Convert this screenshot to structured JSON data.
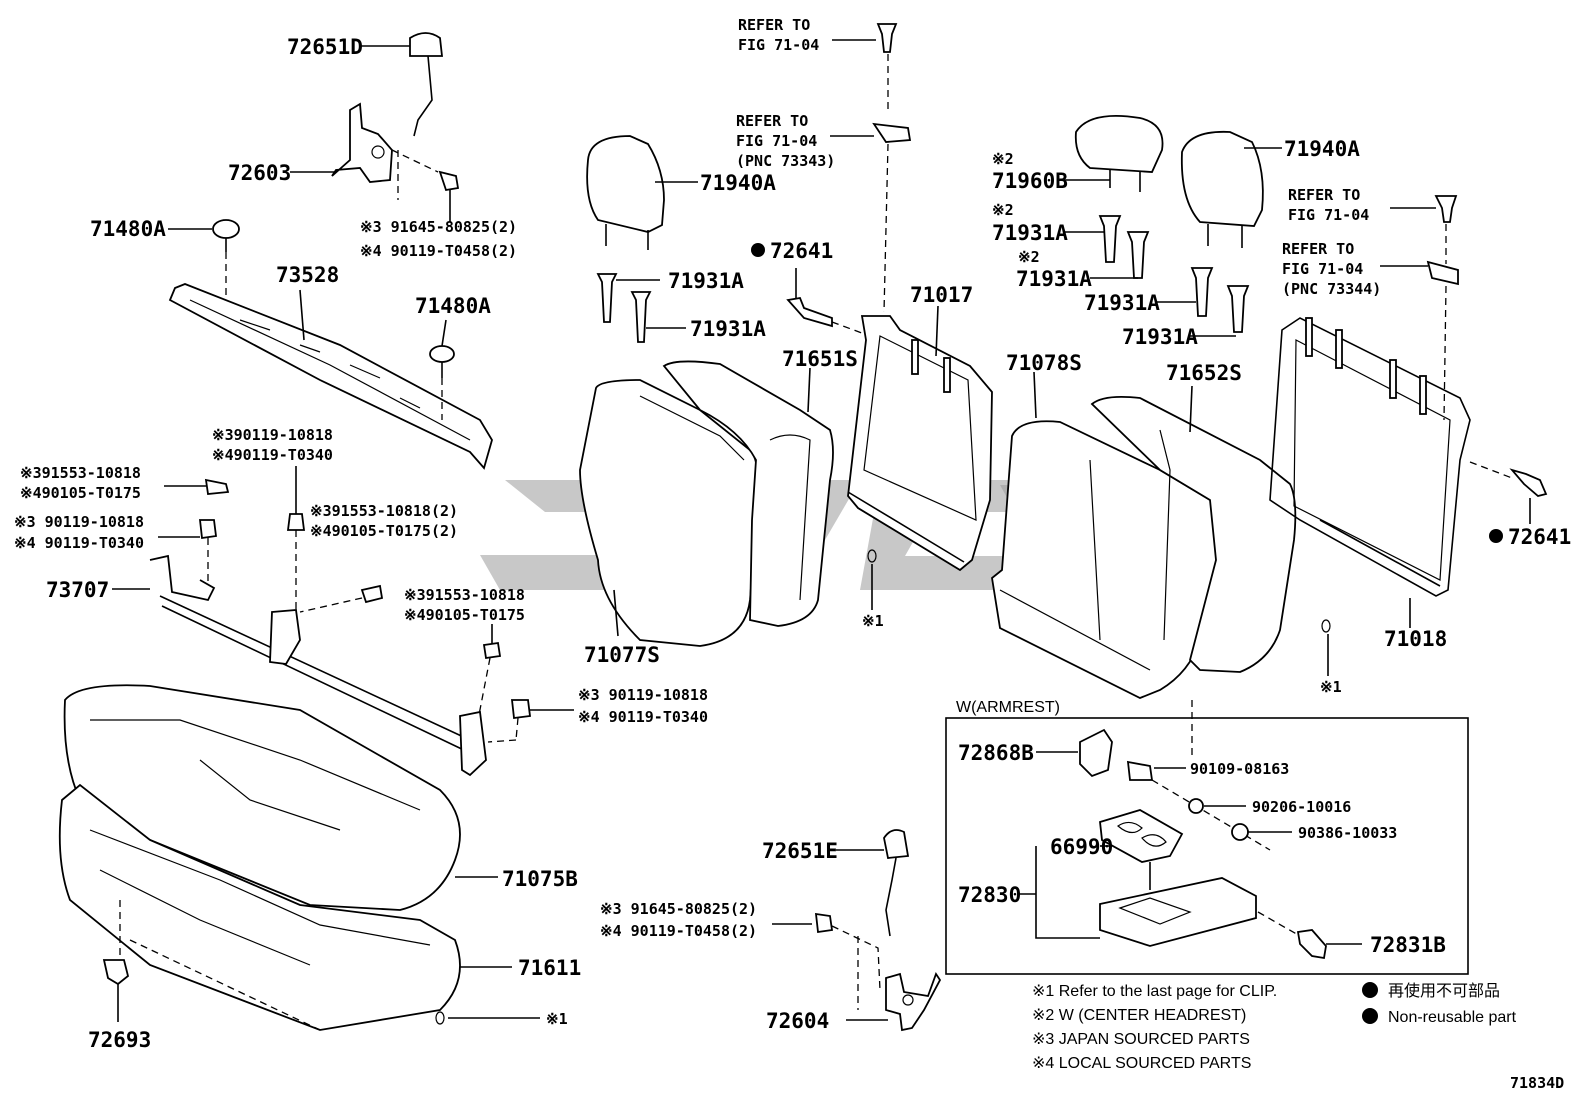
{
  "figure_code": "71834D",
  "armrest_box_title": "W(ARMREST)",
  "labels": {
    "p72651D": "72651D",
    "p72603": "72603",
    "p71480A_1": "71480A",
    "p71480A_2": "71480A",
    "p73528": "73528",
    "p73707": "73707",
    "p71075B": "71075B",
    "p71611": "71611",
    "p72693": "72693",
    "p71940A_1": "71940A",
    "p71940A_2": "71940A",
    "p71931A_1": "71931A",
    "p71931A_2": "71931A",
    "p71931A_3": "71931A",
    "p71931A_4": "71931A",
    "p71931A_5": "71931A",
    "p71931A_6": "71931A",
    "p71960B": "71960B",
    "p72641_1": "72641",
    "p72641_2": "72641",
    "p71017": "71017",
    "p71651S": "71651S",
    "p71077S": "71077S",
    "p71078S": "71078S",
    "p71652S": "71652S",
    "p71018": "71018",
    "p72651E": "72651E",
    "p72604": "72604",
    "p72868B": "72868B",
    "p90109_08163": "90109-08163",
    "p90206_10016": "90206-10016",
    "p90386_10033": "90386-10033",
    "p66990": "66990",
    "p72830": "72830",
    "p72831B": "72831B",
    "clip1": "※1",
    "clip2": "※1",
    "clip3": "※1",
    "mark2_a": "※2",
    "mark2_b": "※2",
    "mark2_c": "※2"
  },
  "refer": {
    "r1_l1": "REFER TO",
    "r1_l2": "FIG 71-04",
    "r2_l1": "REFER TO",
    "r2_l2": "FIG 71-04",
    "r2_l3": "(PNC 73343)",
    "r3_l1": "REFER TO",
    "r3_l2": "FIG 71-04",
    "r4_l1": "REFER TO",
    "r4_l2": "FIG 71-04",
    "r4_l3": "(PNC 73344)"
  },
  "fasteners": {
    "f1_l1": "※3 91645-80825(2)",
    "f1_l2": "※4 90119-T0458(2)",
    "f2_l1": "※390119-10818",
    "f2_l2": "※490119-T0340",
    "f3_l1": "※391553-10818",
    "f3_l2": "※490105-T0175",
    "f4_l1": "※3 90119-10818",
    "f4_l2": "※4 90119-T0340",
    "f5_l1": "※391553-10818(2)",
    "f5_l2": "※490105-T0175(2)",
    "f6_l1": "※391553-10818",
    "f6_l2": "※490105-T0175",
    "f7_l1": "※3 90119-10818",
    "f7_l2": "※4 90119-T0340",
    "f8_l1": "※3 91645-80825(2)",
    "f8_l2": "※4 90119-T0458(2)"
  },
  "notes": {
    "n1": "※1 Refer to the last page for CLIP.",
    "n2": "※2 W (CENTER  HEADREST)",
    "n3": "※3  JAPAN SOURCED PARTS",
    "n4": "※4  LOCAL SOURCED PARTS"
  },
  "legend": {
    "jp": "再使用不可部品",
    "en": "Non-reusable part"
  }
}
